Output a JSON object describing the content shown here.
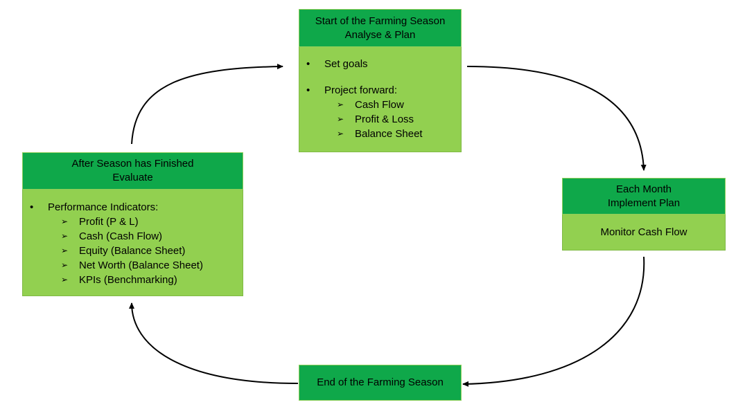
{
  "start_box": {
    "title_line1": "Start of the Farming Season",
    "title_line2": "Analyse & Plan",
    "bullets": [
      "Set goals",
      "Project forward:"
    ],
    "sub_items": [
      "Cash Flow",
      "Profit & Loss",
      "Balance Sheet"
    ]
  },
  "month_box": {
    "title_line1": "Each Month",
    "title_line2": "Implement Plan",
    "body": "Monitor Cash Flow"
  },
  "end_box": {
    "title": "End of the Farming Season"
  },
  "after_box": {
    "title_line1": "After Season has Finished",
    "title_line2": "Evaluate",
    "bullet": "Performance Indicators:",
    "sub_items": [
      "Profit (P & L)",
      "Cash (Cash Flow)",
      "Equity (Balance Sheet)",
      "Net Worth (Balance Sheet)",
      "KPIs (Benchmarking)"
    ]
  },
  "glyphs": {
    "bullet": "•",
    "arrow_bullet": "➢"
  },
  "colors": {
    "header_green": "#0fa84a",
    "body_green": "#92d050"
  }
}
